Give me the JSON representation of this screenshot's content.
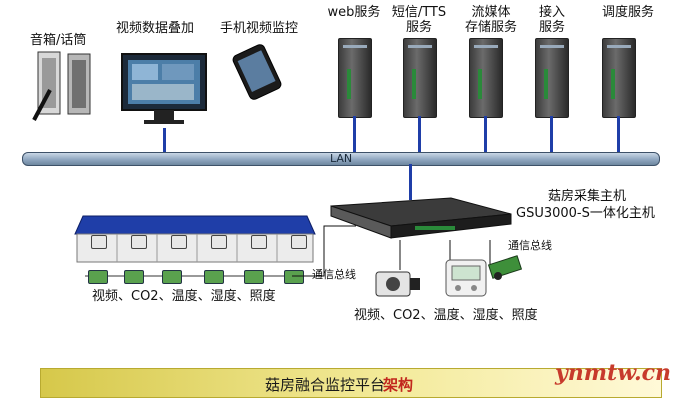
{
  "top_labels": {
    "speaker_mic": "音箱/话筒",
    "video_overlay": "视频数据叠加",
    "mobile_monitor": "手机视频监控"
  },
  "servers": [
    {
      "line1": "web服务",
      "line2": ""
    },
    {
      "line1": "短信/TTS",
      "line2": "服务"
    },
    {
      "line1": "流媒体",
      "line2": "存储服务"
    },
    {
      "line1": "接入",
      "line2": "服务"
    },
    {
      "line1": "调度服务",
      "line2": ""
    }
  ],
  "lan": "LAN",
  "host": {
    "line1": "菇房采集主机",
    "line2": "GSU3000-S一体化主机"
  },
  "comm_bus_right": "通信总线",
  "comm_bus_left": "通信总线",
  "sensor_list_left": "视频、CO2、温度、湿度、照度",
  "sensor_list_right": "视频、CO2、温度、湿度、照度",
  "banner": {
    "title": "菇房融合监控平台",
    "accent": "架构"
  },
  "watermark": "ynmtw.cn",
  "colors": {
    "wire": "#1f3ea8",
    "banner_start": "#d6c84a",
    "accent_red": "#c1271d"
  }
}
